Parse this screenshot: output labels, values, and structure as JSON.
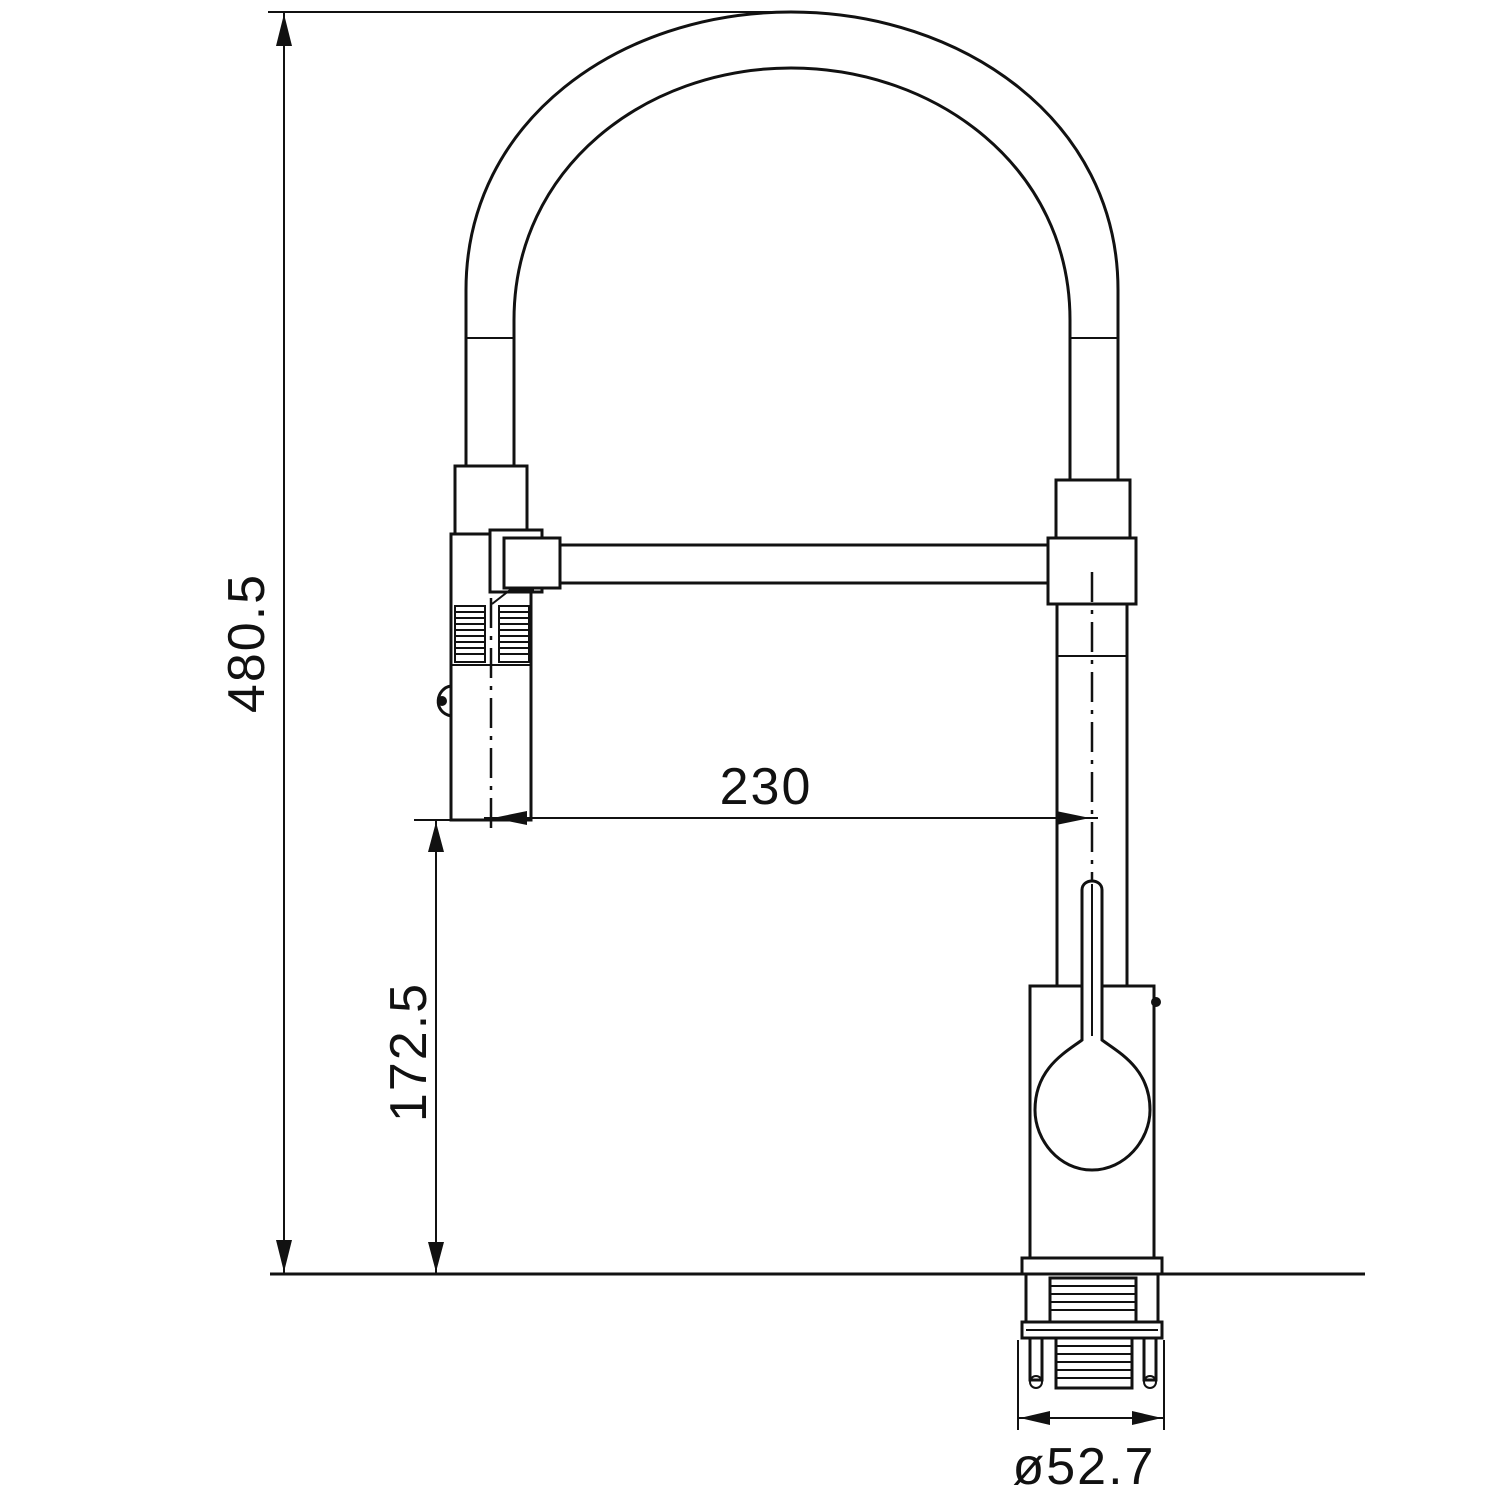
{
  "dimensions": {
    "overall_height": "480.5",
    "spout_height": "172.5",
    "spout_reach": "230",
    "base_diameter": "ø52.7"
  }
}
